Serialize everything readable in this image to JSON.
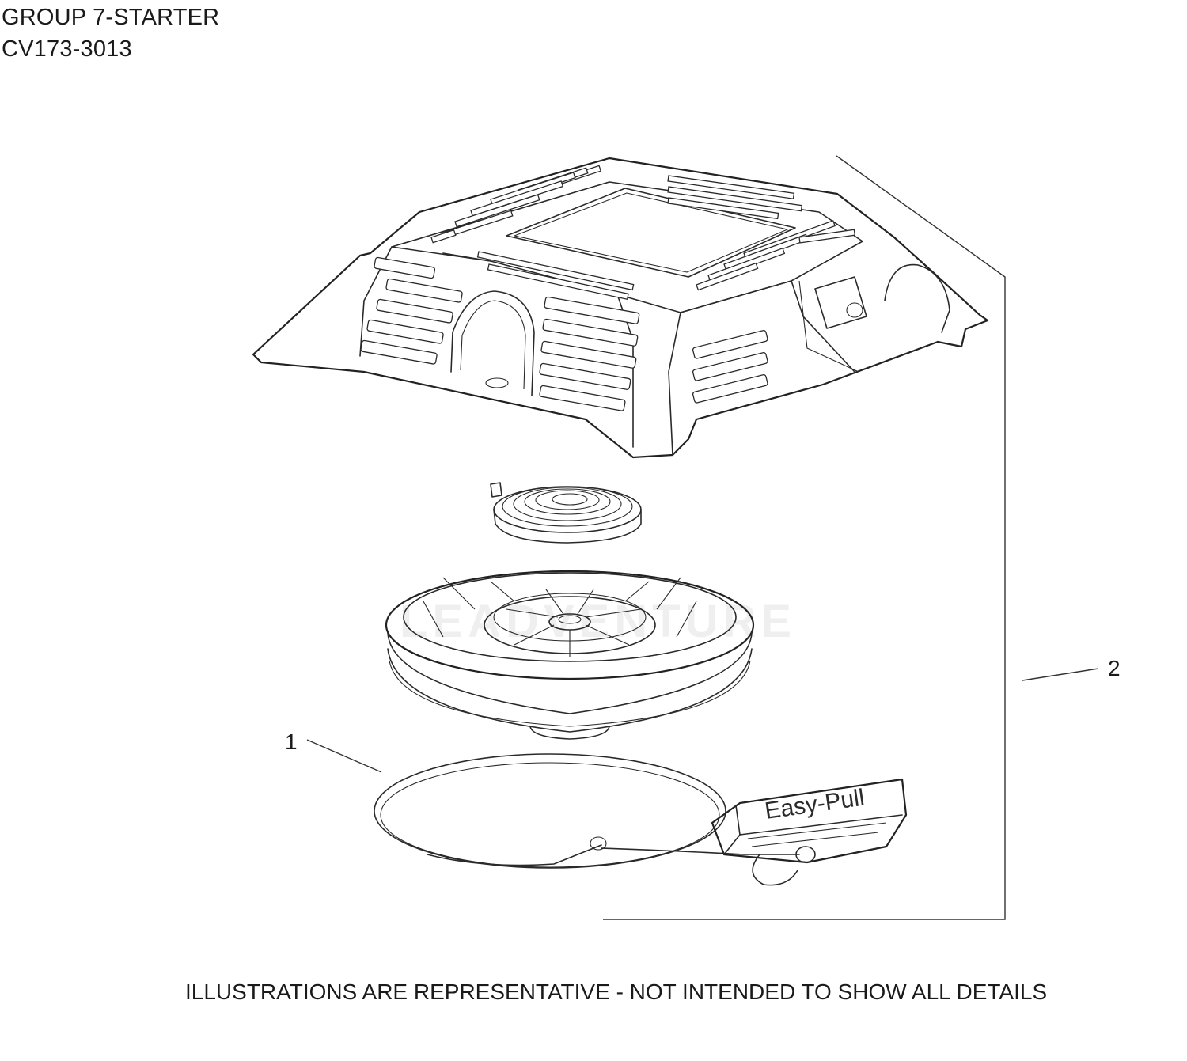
{
  "header": {
    "group_title": "GROUP 7-STARTER",
    "model_number": "CV173-3013"
  },
  "callouts": [
    {
      "number": "1"
    },
    {
      "number": "2"
    }
  ],
  "handle_label": "Easy-Pull",
  "watermark": "LEADVENTURE",
  "footer": {
    "disclaimer": "ILLUSTRATIONS ARE REPRESENTATIVE - NOT INTENDED TO SHOW ALL DETAILS"
  }
}
